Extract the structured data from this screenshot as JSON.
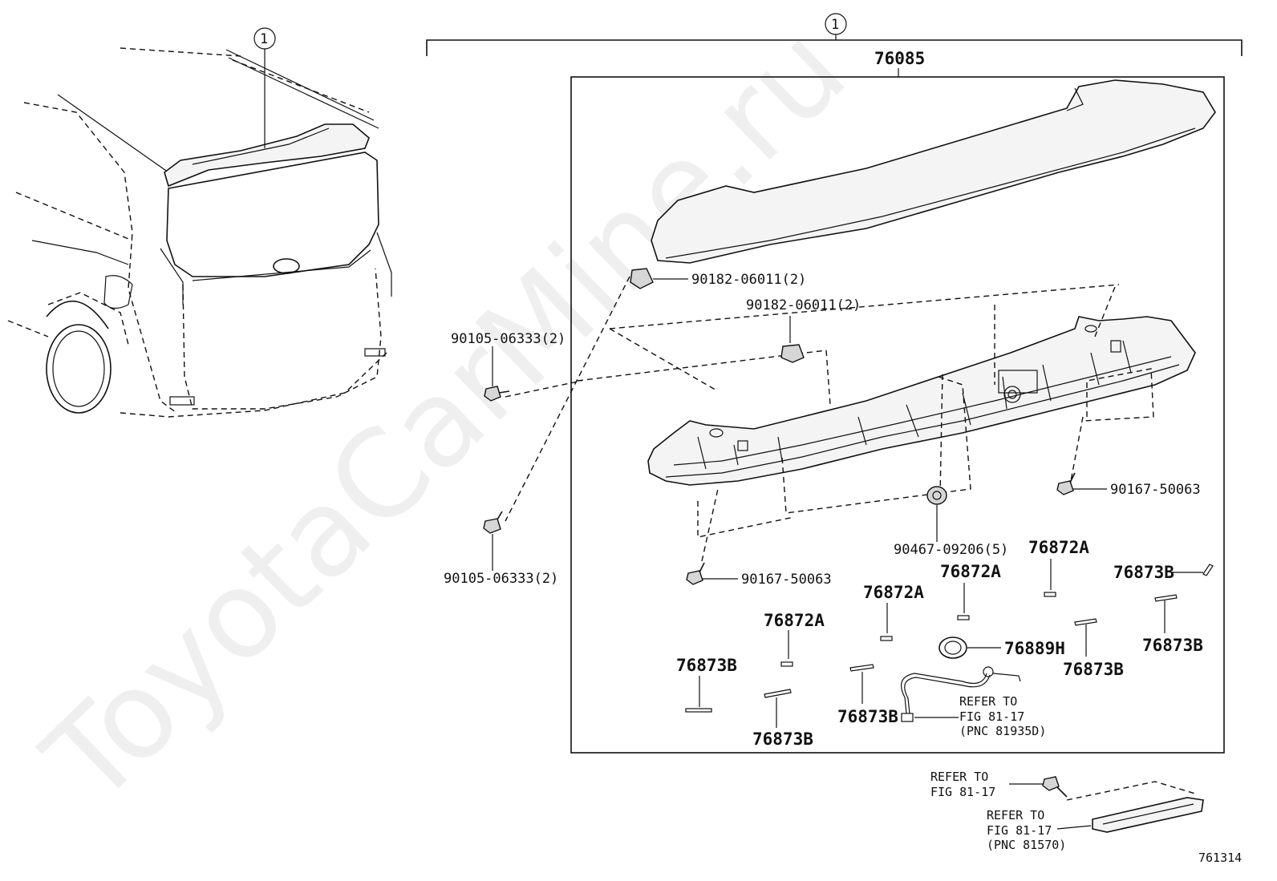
{
  "callout_marker": "1",
  "assembly_number": "76085",
  "labels": {
    "clip_upper_left": "90182-06011(2)",
    "clip_upper_mid": "90182-06011(2)",
    "screw_left_top": "90105-06333(2)",
    "screw_left_bottom": "90105-06333(2)",
    "screw_right": "90167-50063",
    "screw_bottom": "90167-50063",
    "grommet": "90467-09206(5)",
    "tape_a1": "76872A",
    "tape_a2": "76872A",
    "tape_a3": "76872A",
    "tape_a4": "76872A",
    "tape_b1": "76873B",
    "tape_b2": "76873B",
    "tape_b3": "76873B",
    "tape_b4": "76873B",
    "tape_b5": "76873B",
    "ring": "76889H"
  },
  "refs": {
    "wire_line1": "REFER TO",
    "wire_line2": "FIG 81-17",
    "wire_line3": "(PNC 81935D)",
    "bolt_line1": "REFER TO",
    "bolt_line2": "FIG 81-17",
    "lamp_line1": "REFER TO",
    "lamp_line2": "FIG 81-17",
    "lamp_line3": "(PNC 81570)"
  },
  "figure_number": "761314",
  "watermark": "ToyotaCarMine.ru"
}
